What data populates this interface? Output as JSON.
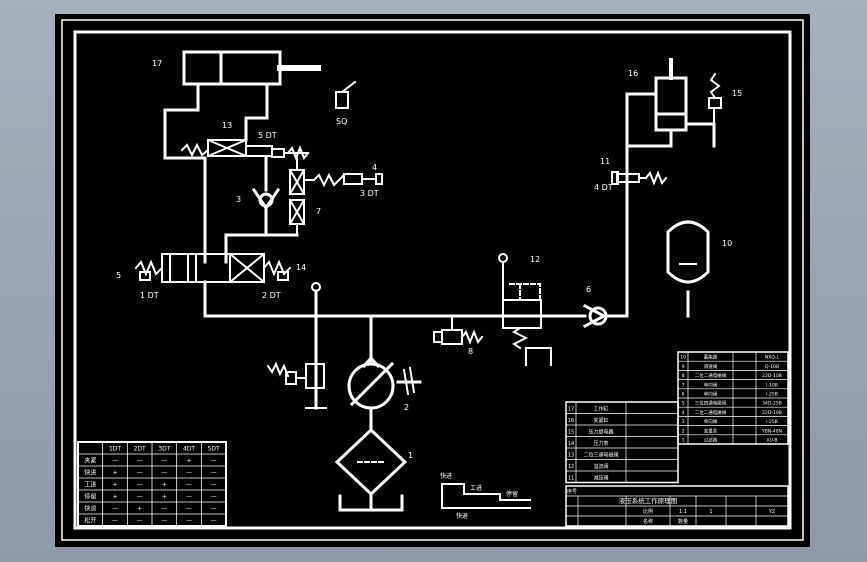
{
  "colors": {
    "sheet": "#000000",
    "line": "#ffffff",
    "frame_bg": "#a3acba"
  },
  "labels": {
    "l17": "17",
    "l13": "13",
    "l5dt": "5 DT",
    "lsq": "SQ",
    "l4": "4",
    "l3dt": "3 DT",
    "l3": "3",
    "l7": "7",
    "l5": "5",
    "l1dt": "1 DT",
    "l2dt": "2 DT",
    "l14": "14",
    "l2": "2",
    "l1": "1",
    "l8": "8",
    "l12": "12",
    "l6": "6",
    "l16": "16",
    "l15": "15",
    "l11": "11",
    "l4dt": "4 DT",
    "l10": "10"
  },
  "cycle_sketch": {
    "up": "快进",
    "work": "工进",
    "stop": "停留",
    "back": "快退"
  },
  "action_table": {
    "headers": [
      "",
      "1DT",
      "2DT",
      "3DT",
      "4DT",
      "5DT"
    ],
    "rows": [
      [
        "夹紧",
        "—",
        "—",
        "—",
        "+",
        "—"
      ],
      [
        "快进",
        "+",
        "—",
        "—",
        "—",
        "—"
      ],
      [
        "工进",
        "+",
        "—",
        "+",
        "—",
        "—"
      ],
      [
        "停留",
        "+",
        "—",
        "+",
        "—",
        "—"
      ],
      [
        "快退",
        "—",
        "+",
        "—",
        "—",
        "—"
      ],
      [
        "松开",
        "—",
        "—",
        "—",
        "—",
        "—"
      ]
    ]
  },
  "parts_list": {
    "upper": [
      [
        "10",
        "蓄能器",
        "",
        "NXQ-L"
      ],
      [
        "9",
        "调速阀",
        "",
        "Q-10B"
      ],
      [
        "8",
        "二位二通电磁阀",
        "",
        "22D-10B"
      ],
      [
        "7",
        "单向阀",
        "",
        "I-10B"
      ],
      [
        "6",
        "单向阀",
        "",
        "I-25B"
      ],
      [
        "5",
        "三位四通电磁阀",
        "",
        "34D-25B"
      ],
      [
        "4",
        "二位二通电磁阀",
        "",
        "22D-10B"
      ],
      [
        "3",
        "单向阀",
        "",
        "I-25B"
      ],
      [
        "2",
        "变量泵",
        "",
        "YBN-40N"
      ],
      [
        "1",
        "过滤器",
        "",
        "XU-B"
      ]
    ],
    "lower": [
      [
        "17",
        "工作缸"
      ],
      [
        "16",
        "夹紧缸"
      ],
      [
        "15",
        "压力继电器"
      ],
      [
        "14",
        "压力表"
      ],
      [
        "13",
        "二位三通电磁阀"
      ],
      [
        "12",
        "溢流阀"
      ],
      [
        "11",
        "减压阀"
      ]
    ],
    "seq_header": "序号",
    "title": "液压系统工作原理图",
    "scale_label": "比例",
    "scale": "1:1",
    "sheet_no": "1",
    "code": "Y2",
    "name_col": "名称",
    "qty_col": "数量"
  }
}
